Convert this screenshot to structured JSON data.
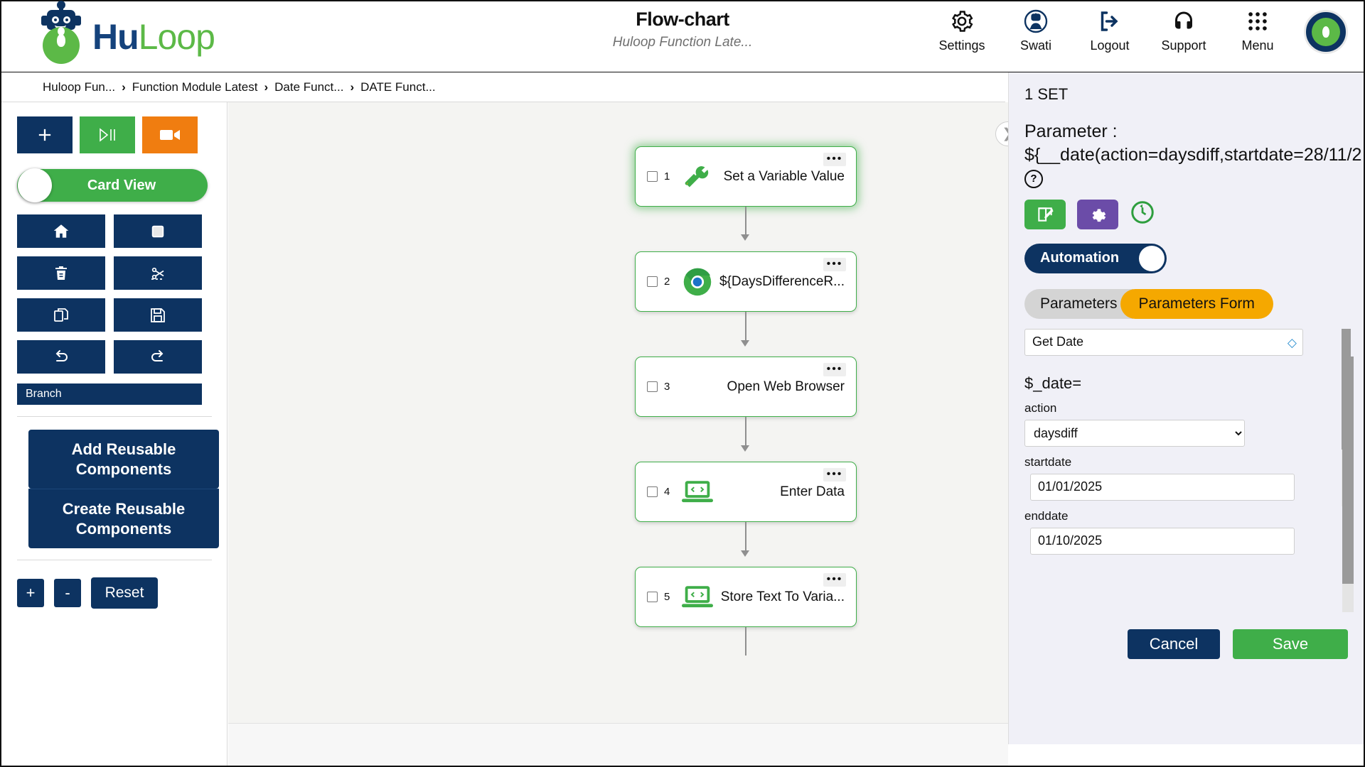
{
  "header": {
    "brand_hu": "Hu",
    "brand_loop": "Loop",
    "title": "Flow-chart",
    "subtitle": "Huloop Function Late...",
    "actions": [
      {
        "label": "Settings",
        "icon": "gear-icon"
      },
      {
        "label": "Swati",
        "icon": "robot-avatar-icon"
      },
      {
        "label": "Logout",
        "icon": "logout-icon"
      },
      {
        "label": "Support",
        "icon": "headset-icon"
      },
      {
        "label": "Menu",
        "icon": "grid-menu-icon"
      }
    ]
  },
  "breadcrumb": {
    "items": [
      "Huloop Fun...",
      "Function Module Latest",
      "Date Funct...",
      "DATE Funct..."
    ],
    "separator": "›"
  },
  "sidebar": {
    "toolbar": [
      {
        "name": "add-button",
        "glyph": "+",
        "color": "#0d3361"
      },
      {
        "name": "play-pause-button",
        "glyph": "▷||",
        "color": "#3fae49"
      },
      {
        "name": "record-button",
        "glyph": "video",
        "color": "#f07d10"
      }
    ],
    "card_view_label": "Card View",
    "card_view_on": false,
    "grid_buttons": [
      {
        "name": "home-button",
        "icon": "home-icon"
      },
      {
        "name": "stop-button",
        "icon": "stop-square-icon"
      },
      {
        "name": "delete-button",
        "icon": "trash-icon"
      },
      {
        "name": "cut-button",
        "icon": "scissors-icon"
      },
      {
        "name": "copy-button",
        "icon": "copy-icon"
      },
      {
        "name": "save-button",
        "icon": "floppy-disk-icon"
      },
      {
        "name": "undo-button",
        "icon": "undo-arrow-icon"
      },
      {
        "name": "redo-button",
        "icon": "redo-arrow-icon"
      }
    ],
    "branch_label": "Branch",
    "add_reusable_label": "Add Reusable Components",
    "create_reusable_label": "Create Reusable Components",
    "zoom_in": "+",
    "zoom_out": "-",
    "zoom_reset": "Reset"
  },
  "canvas": {
    "collapse_icon": "chevron-right-icon",
    "nodes": [
      {
        "num": "1",
        "label": "Set a Variable Value",
        "icon": "tools-icon",
        "selected": true,
        "menu": "•••"
      },
      {
        "num": "2",
        "label": "${DaysDifferenceR...",
        "icon": "chrome-icon",
        "selected": false,
        "menu": "•••"
      },
      {
        "num": "3",
        "label": "Open Web Browser",
        "icon": "none",
        "selected": false,
        "menu": "•••"
      },
      {
        "num": "4",
        "label": "Enter Data",
        "icon": "laptop-code-icon",
        "selected": false,
        "menu": "•••"
      },
      {
        "num": "5",
        "label": "Store Text To Varia...",
        "icon": "laptop-code-icon",
        "selected": false,
        "menu": "•••"
      }
    ]
  },
  "right_panel": {
    "set_title": "1 SET",
    "parameter_label": "Parameter :",
    "parameter_value": "${__date(action=daysdiff,startdate=28/11/2",
    "help_glyph": "?",
    "actions": [
      {
        "name": "edit-button",
        "icon": "pencil-square-icon",
        "color": "#3fae49"
      },
      {
        "name": "settings-button",
        "icon": "gear-icon",
        "color": "#6b4ca8"
      },
      {
        "name": "refresh-button",
        "icon": "reset-circle-icon",
        "color": "#2e9e3e"
      }
    ],
    "automation_label": "Automation",
    "automation_on": true,
    "tabs": [
      {
        "label": "Parameters",
        "active": false
      },
      {
        "label": "Parameters Form",
        "active": true
      }
    ],
    "form": {
      "title_value": "Get Date",
      "erase_icon": "eraser-icon",
      "expression_label": "$_date=",
      "fields": [
        {
          "label": "action",
          "value": "daysdiff",
          "type": "select"
        },
        {
          "label": "startdate",
          "value": "01/01/2025",
          "type": "text"
        },
        {
          "label": "enddate",
          "value": "01/10/2025",
          "type": "text"
        }
      ]
    },
    "cancel_label": "Cancel",
    "save_label": "Save"
  }
}
